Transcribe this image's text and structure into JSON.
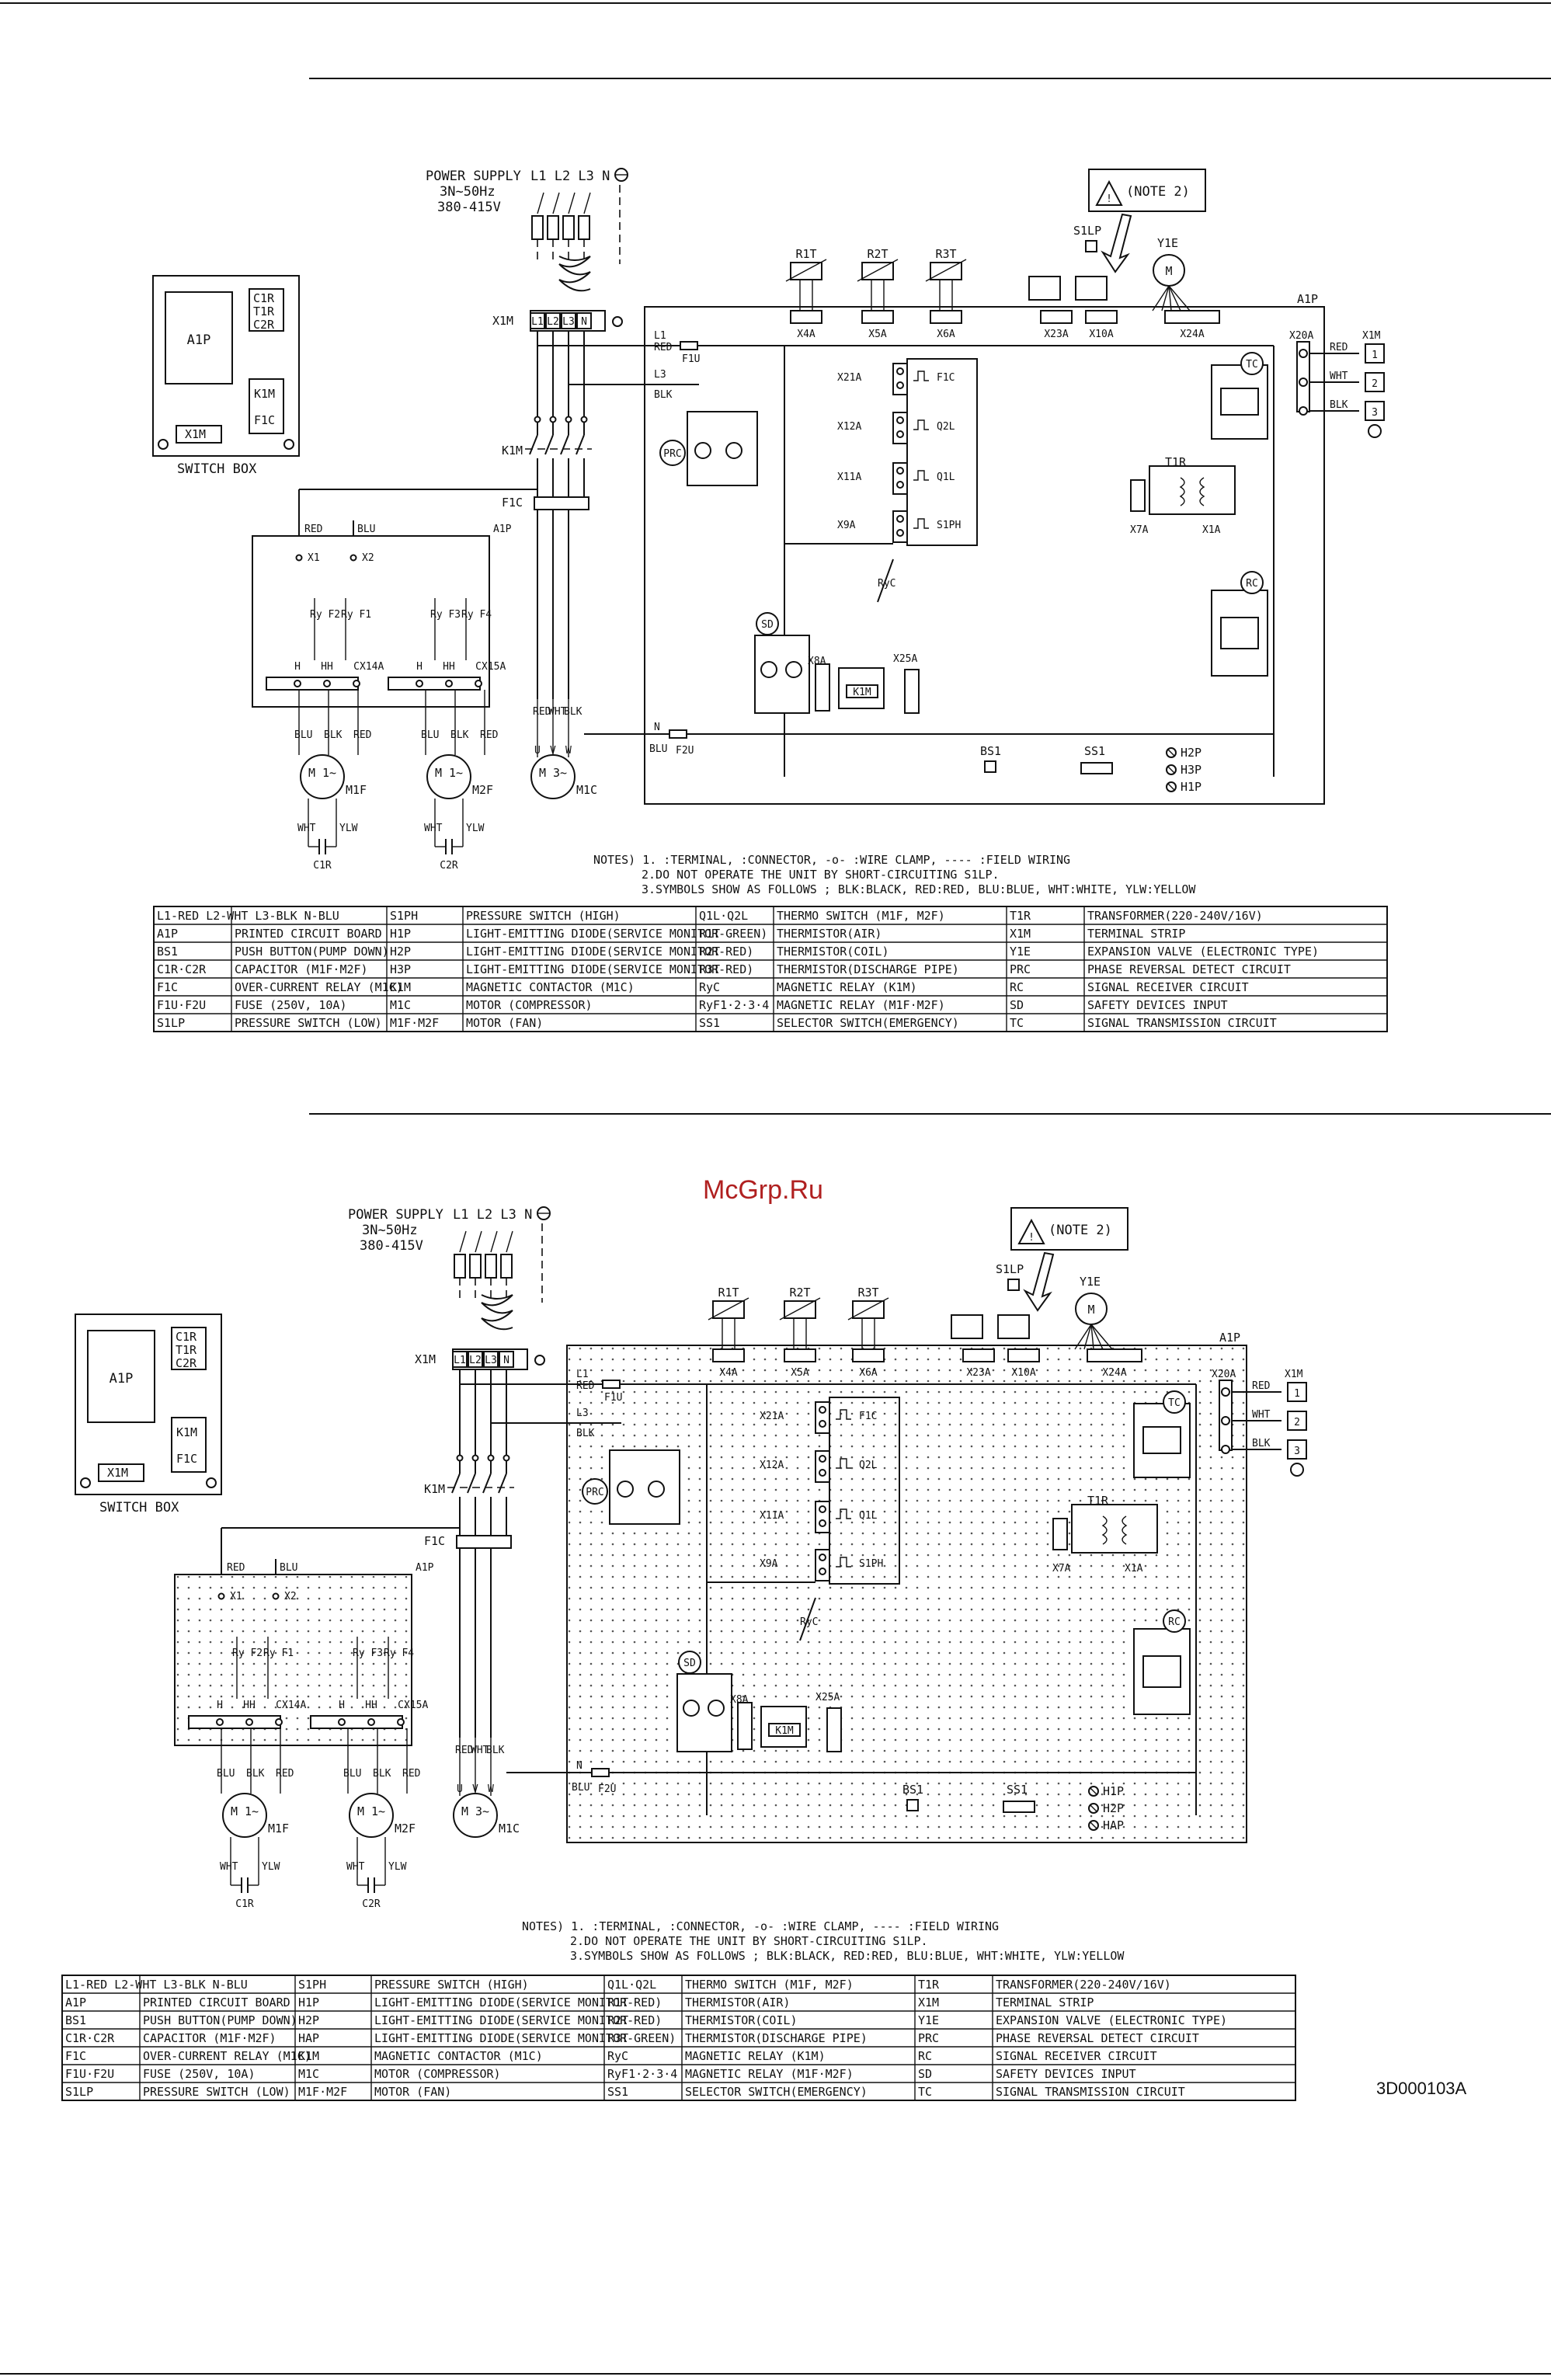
{
  "watermark": "McGrp.Ru",
  "doc_code": "3D000103A",
  "power_supply": {
    "title": "POWER SUPPLY",
    "phases": "L1 L2 L3 N",
    "freq": "3N~50Hz",
    "volt": "380-415V"
  },
  "switch_box": {
    "label": "SWITCH BOX",
    "board": "A1P",
    "c": [
      "C1R",
      "T1R",
      "C2R"
    ],
    "k": [
      "K1M",
      "F1C"
    ],
    "x": "X1M"
  },
  "note2": "(NOTE 2)",
  "board_a1p": "A1P",
  "x1m": "X1M",
  "terminals": [
    "L1",
    "L2",
    "L3",
    "N"
  ],
  "connectors_top": [
    "X4A",
    "X5A",
    "X6A",
    "X23A",
    "X10A",
    "X24A"
  ],
  "sensors_top": [
    "R1T",
    "R2T",
    "R3T",
    "S1LP",
    "Y1E"
  ],
  "x20a": "X20A",
  "x1m_pins": [
    "1",
    "2",
    "3"
  ],
  "wire_colors_right": [
    "RED",
    "WHT",
    "BLK"
  ],
  "left_lines": {
    "l1": "L1",
    "red": "RED",
    "f1u": "F1U",
    "l3": "L3",
    "blk": "BLK"
  },
  "middle": {
    "x21a": "X21A",
    "x12a": "X12A",
    "x11a": "X11A",
    "x9a": "X9A",
    "f1c": "F1C",
    "q2l": "Q2L",
    "q1l": "Q1L",
    "s1ph": "S1PH",
    "ryc": "RyC",
    "sd": "SD",
    "x8a": "X8A",
    "k1m": "K1M",
    "x25a": "X25A",
    "prc": "PRC"
  },
  "right": {
    "tc": "TC",
    "rc": "RC",
    "t1r": "T1R",
    "x7a": "X7A",
    "x1a": "X1A"
  },
  "bottom": {
    "n": "N",
    "blu": "BLU",
    "f2u": "F2U",
    "bs1": "BS1",
    "ss1": "SS1",
    "leds1": [
      "H2P",
      "H3P",
      "H1P"
    ],
    "leds2": [
      "H1P",
      "H2P",
      "HAP"
    ]
  },
  "k1m_contact": "K1M",
  "f1c_relay": "F1C",
  "fan_board": {
    "a1p": "A1P",
    "red": "RED",
    "blu": "BLU",
    "x1": "X1",
    "x2": "X2",
    "ry": [
      "Ry F2",
      "Ry F1",
      "Ry F3",
      "Ry F4"
    ],
    "x14a": "X14A",
    "x15a": "X15A",
    "pins": [
      "H",
      "HH",
      "C"
    ]
  },
  "motors": {
    "m1f": "M1F",
    "m2f": "M2F",
    "m1c": "M1C",
    "c1r": "C1R",
    "c2r": "C2R",
    "mono": "M 1~",
    "three": "M 3~",
    "fan_wires": [
      "BLU",
      "BLK",
      "RED"
    ],
    "cap_wires": [
      "WHT",
      "YLW"
    ],
    "comp_wires": [
      "RED",
      "WHT",
      "BLK"
    ],
    "uvw": [
      "U",
      "V",
      "W"
    ]
  },
  "notes1": [
    "NOTES) 1.        :TERMINAL,        :CONNECTOR, -o- :WIRE CLAMP, ---- :FIELD WIRING",
    "2.DO NOT OPERATE THE UNIT BY SHORT-CIRCUITING S1LP.",
    "3.SYMBOLS SHOW AS FOLLOWS ; BLK:BLACK, RED:RED, BLU:BLUE, WHT:WHITE, YLW:YELLOW"
  ],
  "notes2": [
    "NOTES) 1.        :TERMINAL,        :CONNECTOR, -o- :WIRE CLAMP, ---- :FIELD WIRING",
    "2.DO NOT OPERATE THE UNIT BY SHORT-CIRCUITING S1LP.",
    "3.SYMBOLS SHOW AS FOLLOWS ; BLK:BLACK, RED:RED, BLU:BLUE, WHT:WHITE, YLW:YELLOW"
  ],
  "legend1": [
    [
      "L1-RED L2-WHT L3-BLK N-BLU",
      "",
      "S1PH",
      "PRESSURE SWITCH (HIGH)",
      "Q1L·Q2L",
      "THERMO SWITCH (M1F, M2F)",
      "T1R",
      "TRANSFORMER(220-240V/16V)"
    ],
    [
      "A1P",
      "PRINTED CIRCUIT BOARD",
      "H1P",
      "LIGHT-EMITTING DIODE(SERVICE MONITOR-GREEN)",
      "R1T",
      "THERMISTOR(AIR)",
      "X1M",
      "TERMINAL STRIP"
    ],
    [
      "BS1",
      "PUSH BUTTON(PUMP DOWN)",
      "H2P",
      "LIGHT-EMITTING DIODE(SERVICE MONITOR-RED)",
      "R2T",
      "THERMISTOR(COIL)",
      "Y1E",
      "EXPANSION VALVE (ELECTRONIC TYPE)"
    ],
    [
      "C1R·C2R",
      "CAPACITOR (M1F·M2F)",
      "H3P",
      "LIGHT-EMITTING DIODE(SERVICE MONITOR-RED)",
      "R3T",
      "THERMISTOR(DISCHARGE PIPE)",
      "PRC",
      "PHASE REVERSAL DETECT CIRCUIT"
    ],
    [
      "F1C",
      "OVER-CURRENT RELAY (M1C)",
      "K1M",
      "MAGNETIC CONTACTOR (M1C)",
      "RyC",
      "MAGNETIC RELAY (K1M)",
      "RC",
      "SIGNAL RECEIVER CIRCUIT"
    ],
    [
      "F1U·F2U",
      "FUSE (250V, 10A)",
      "M1C",
      "MOTOR (COMPRESSOR)",
      "RyF1·2·3·4",
      "MAGNETIC RELAY (M1F·M2F)",
      "SD",
      "SAFETY DEVICES INPUT"
    ],
    [
      "S1LP",
      "PRESSURE SWITCH (LOW)",
      "M1F·M2F",
      "MOTOR (FAN)",
      "SS1",
      "SELECTOR SWITCH(EMERGENCY)",
      "TC",
      "SIGNAL TRANSMISSION CIRCUIT"
    ]
  ],
  "legend2": [
    [
      "L1-RED L2-WHT L3-BLK N-BLU",
      "",
      "S1PH",
      "PRESSURE SWITCH (HIGH)",
      "Q1L·Q2L",
      "THERMO SWITCH (M1F, M2F)",
      "T1R",
      "TRANSFORMER(220-240V/16V)"
    ],
    [
      "A1P",
      "PRINTED CIRCUIT BOARD",
      "H1P",
      "LIGHT-EMITTING DIODE(SERVICE MONITOR-RED)",
      "R1T",
      "THERMISTOR(AIR)",
      "X1M",
      "TERMINAL STRIP"
    ],
    [
      "BS1",
      "PUSH BUTTON(PUMP DOWN)",
      "H2P",
      "LIGHT-EMITTING DIODE(SERVICE MONITOR-RED)",
      "R2T",
      "THERMISTOR(COIL)",
      "Y1E",
      "EXPANSION VALVE (ELECTRONIC TYPE)"
    ],
    [
      "C1R·C2R",
      "CAPACITOR (M1F·M2F)",
      "HAP",
      "LIGHT-EMITTING DIODE(SERVICE MONITOR-GREEN)",
      "R3T",
      "THERMISTOR(DISCHARGE PIPE)",
      "PRC",
      "PHASE REVERSAL DETECT CIRCUIT"
    ],
    [
      "F1C",
      "OVER-CURRENT RELAY (M1C)",
      "K1M",
      "MAGNETIC CONTACTOR (M1C)",
      "RyC",
      "MAGNETIC RELAY (K1M)",
      "RC",
      "SIGNAL RECEIVER CIRCUIT"
    ],
    [
      "F1U·F2U",
      "FUSE (250V, 10A)",
      "M1C",
      "MOTOR (COMPRESSOR)",
      "RyF1·2·3·4",
      "MAGNETIC RELAY (M1F·M2F)",
      "SD",
      "SAFETY DEVICES INPUT"
    ],
    [
      "S1LP",
      "PRESSURE SWITCH (LOW)",
      "M1F·M2F",
      "MOTOR (FAN)",
      "SS1",
      "SELECTOR SWITCH(EMERGENCY)",
      "TC",
      "SIGNAL TRANSMISSION CIRCUIT"
    ]
  ]
}
